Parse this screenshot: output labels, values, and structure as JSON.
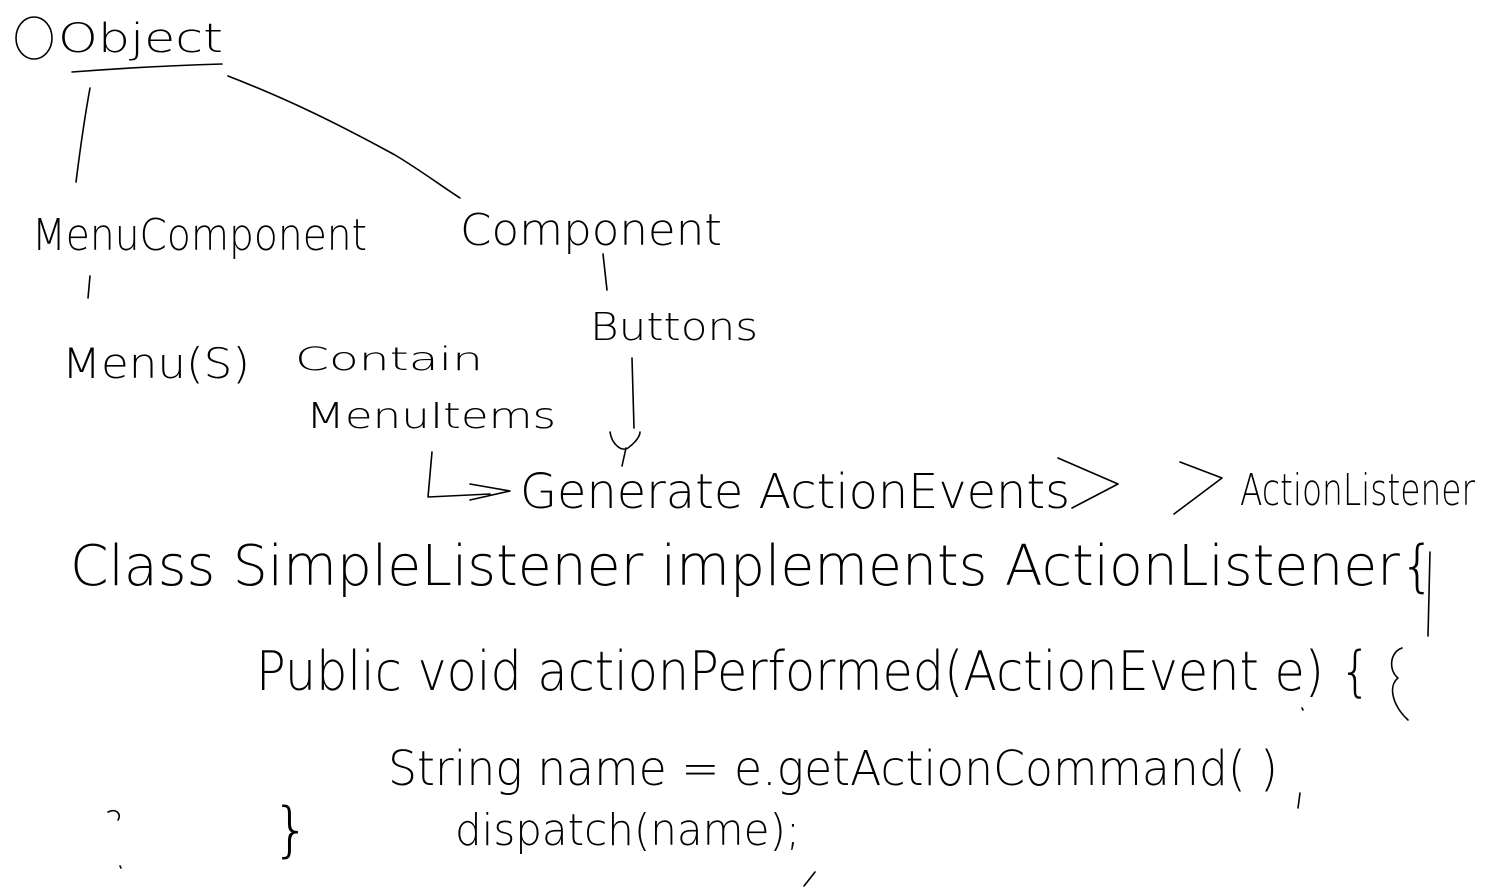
{
  "ink_color": "#000000",
  "background_color": "#ffffff",
  "hierarchy": {
    "root": "Object",
    "left_child": "MenuComponent",
    "left_grandchild": "Menu(S)",
    "right_child": "Component",
    "right_grandchild": "Buttons",
    "contain_line1": "Contain",
    "contain_line2": "MenuItems",
    "generate_label": "Generate ActionEvents",
    "listener_label": "ActionListener"
  },
  "code": {
    "line1": "Class SimpleListener implements ActionListener{",
    "line2": "Public void actionPerformed(ActionEvent e) {",
    "line3": "String name = e.getActionCommand( )",
    "line4": "dispatch(name);",
    "close_brace": "}"
  }
}
